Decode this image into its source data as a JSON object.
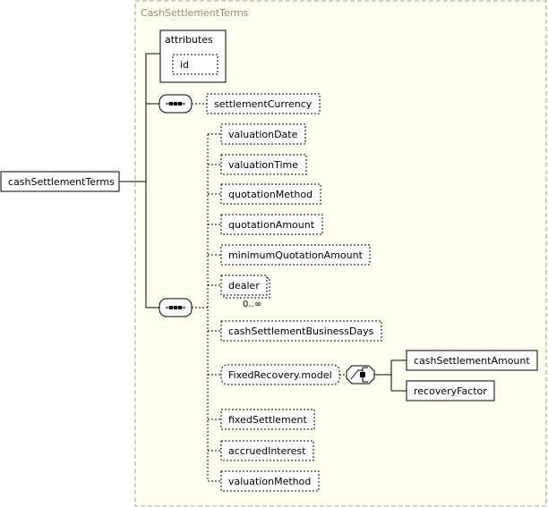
{
  "complex_type": "CashSettlementTerms",
  "root_element": "cashSettlementTerms",
  "attributes": {
    "group_label": "attributes",
    "items": [
      "id"
    ]
  },
  "first_sequence": {
    "elements": [
      {
        "name": "settlementCurrency",
        "optional": true
      }
    ]
  },
  "second_sequence": {
    "elements": [
      {
        "name": "valuationDate",
        "optional": true
      },
      {
        "name": "valuationTime",
        "optional": true
      },
      {
        "name": "quotationMethod",
        "optional": true
      },
      {
        "name": "quotationAmount",
        "optional": true
      },
      {
        "name": "minimumQuotationAmount",
        "optional": true
      },
      {
        "name": "dealer",
        "optional": true,
        "repeating": true,
        "occurrence": "0..∞"
      },
      {
        "name": "cashSettlementBusinessDays",
        "optional": true
      },
      {
        "name": "FixedRecovery.model",
        "optional": true,
        "group_ref": true
      },
      {
        "name": "fixedSettlement",
        "optional": true
      },
      {
        "name": "accruedInterest",
        "optional": true
      },
      {
        "name": "valuationMethod",
        "optional": true
      }
    ]
  },
  "choice": {
    "elements": [
      {
        "name": "cashSettlementAmount",
        "optional": false
      },
      {
        "name": "recoveryFactor",
        "optional": false
      }
    ]
  },
  "colors": {
    "type_border": "#a3a38a",
    "type_fill": "#fffff0",
    "type_title": "#8f8f76",
    "line": "#000000",
    "box_fill": "#ffffff"
  }
}
